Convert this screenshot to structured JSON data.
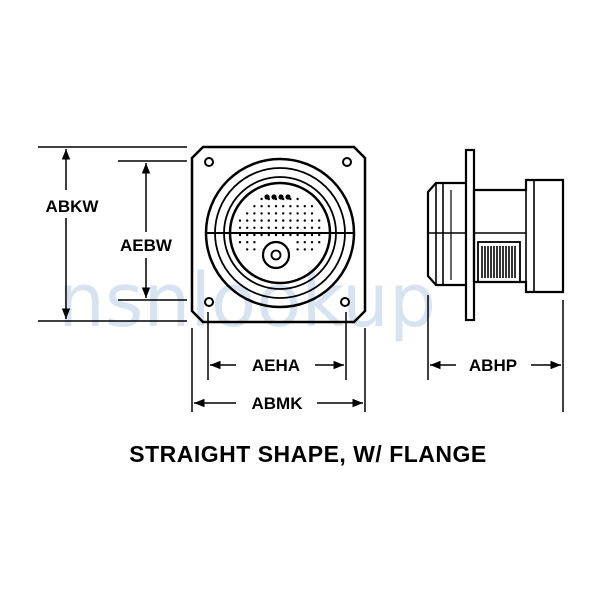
{
  "dimensions": {
    "abkw": "ABKW",
    "aebw": "AEBW",
    "aeha": "AEHA",
    "abmk": "ABMK",
    "abhp": "ABHP"
  },
  "caption": "STRAIGHT SHAPE, W/ FLANGE",
  "watermark": "nsnlookup"
}
